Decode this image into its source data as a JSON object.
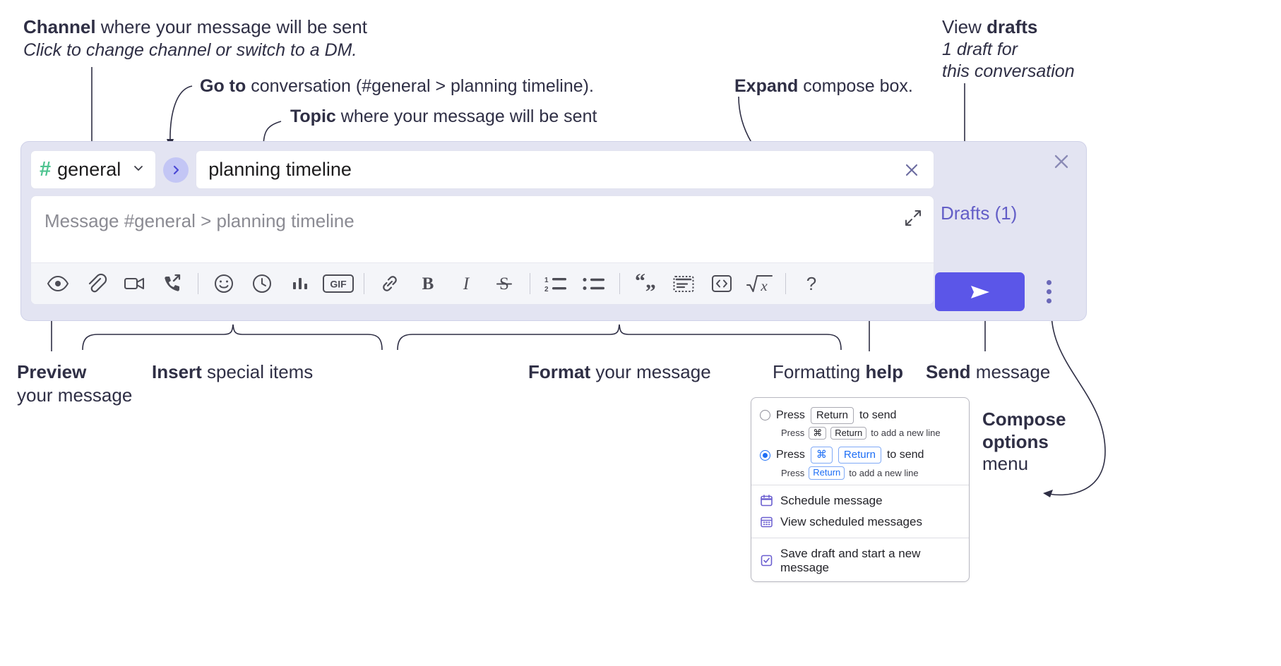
{
  "annotations": {
    "channel_title_bold": "Channel",
    "channel_title_rest": " where your message will be sent",
    "channel_sub": "Click to change channel or switch to a DM.",
    "goto_bold": "Go to",
    "goto_rest": " conversation (#general > planning timeline).",
    "topic_bold": "Topic",
    "topic_rest": " where your message will be sent",
    "expand_bold": "Expand",
    "expand_rest": " compose box.",
    "drafts_line1_rest": "View ",
    "drafts_line1_bold": "drafts",
    "drafts_line2": "1 draft for",
    "drafts_line3": "this conversation",
    "preview_bold": "Preview",
    "preview_line2": "your message",
    "insert_bold": "Insert",
    "insert_rest": " special items",
    "format_bold": "Format",
    "format_rest": " your message",
    "help_rest": "Formatting ",
    "help_bold": "help",
    "send_bold": "Send",
    "send_rest": " message",
    "compose_opts_l1": "Compose",
    "compose_opts_l2": "options",
    "compose_opts_l3": "menu"
  },
  "compose": {
    "channel_hash": "#",
    "channel_name": "general",
    "topic_value": "planning timeline",
    "message_placeholder": "Message #general > planning timeline",
    "drafts_label": "Drafts (1)",
    "toolbar_insert": [
      {
        "name": "preview-icon",
        "label": "Preview"
      },
      {
        "name": "attachment-icon",
        "label": "Attach file"
      },
      {
        "name": "video-icon",
        "label": "Video"
      },
      {
        "name": "call-forward-icon",
        "label": "Call"
      },
      {
        "name": "emoji-icon",
        "label": "Emoji"
      },
      {
        "name": "clock-icon",
        "label": "Reminder"
      },
      {
        "name": "poll-icon",
        "label": "Poll"
      },
      {
        "name": "gif-icon",
        "label": "GIF"
      }
    ],
    "toolbar_format": [
      {
        "name": "link-icon",
        "label": "Link"
      },
      {
        "name": "bold-icon",
        "label": "B"
      },
      {
        "name": "italic-icon",
        "label": "I"
      },
      {
        "name": "strikethrough-icon",
        "label": "S"
      },
      {
        "name": "ordered-list-icon",
        "label": "Ordered list"
      },
      {
        "name": "bullet-list-icon",
        "label": "Bullet list"
      },
      {
        "name": "blockquote-icon",
        "label": "Quote"
      },
      {
        "name": "code-block-icon",
        "label": "Code block"
      },
      {
        "name": "code-icon",
        "label": "Code"
      },
      {
        "name": "math-icon",
        "label": "Math"
      }
    ],
    "help_label": "?",
    "gif_label": "GIF"
  },
  "menu": {
    "option1": {
      "main_pre": "Press",
      "main_key": "Return",
      "main_post": "to send",
      "sub_pre": "Press",
      "sub_key1": "⌘",
      "sub_key2": "Return",
      "sub_post": "to add a new line",
      "selected": false
    },
    "option2": {
      "main_pre": "Press",
      "main_key1": "⌘",
      "main_key2": "Return",
      "main_post": "to send",
      "sub_pre": "Press",
      "sub_key": "Return",
      "sub_post": "to add a new line",
      "selected": true
    },
    "items": [
      {
        "icon": "calendar-icon",
        "label": "Schedule message"
      },
      {
        "icon": "calendar-grid-icon",
        "label": "View scheduled messages"
      },
      {
        "icon": "save-draft-icon",
        "label": "Save draft and start a new message"
      }
    ]
  },
  "colors": {
    "send_button": "#5b56e8",
    "compose_bg": "#e3e4f2",
    "hash_green": "#4ec490",
    "drafts_purple": "#635ec7",
    "menu_icon_purple": "#6b5fd0",
    "radio_blue": "#1d6ef5"
  }
}
